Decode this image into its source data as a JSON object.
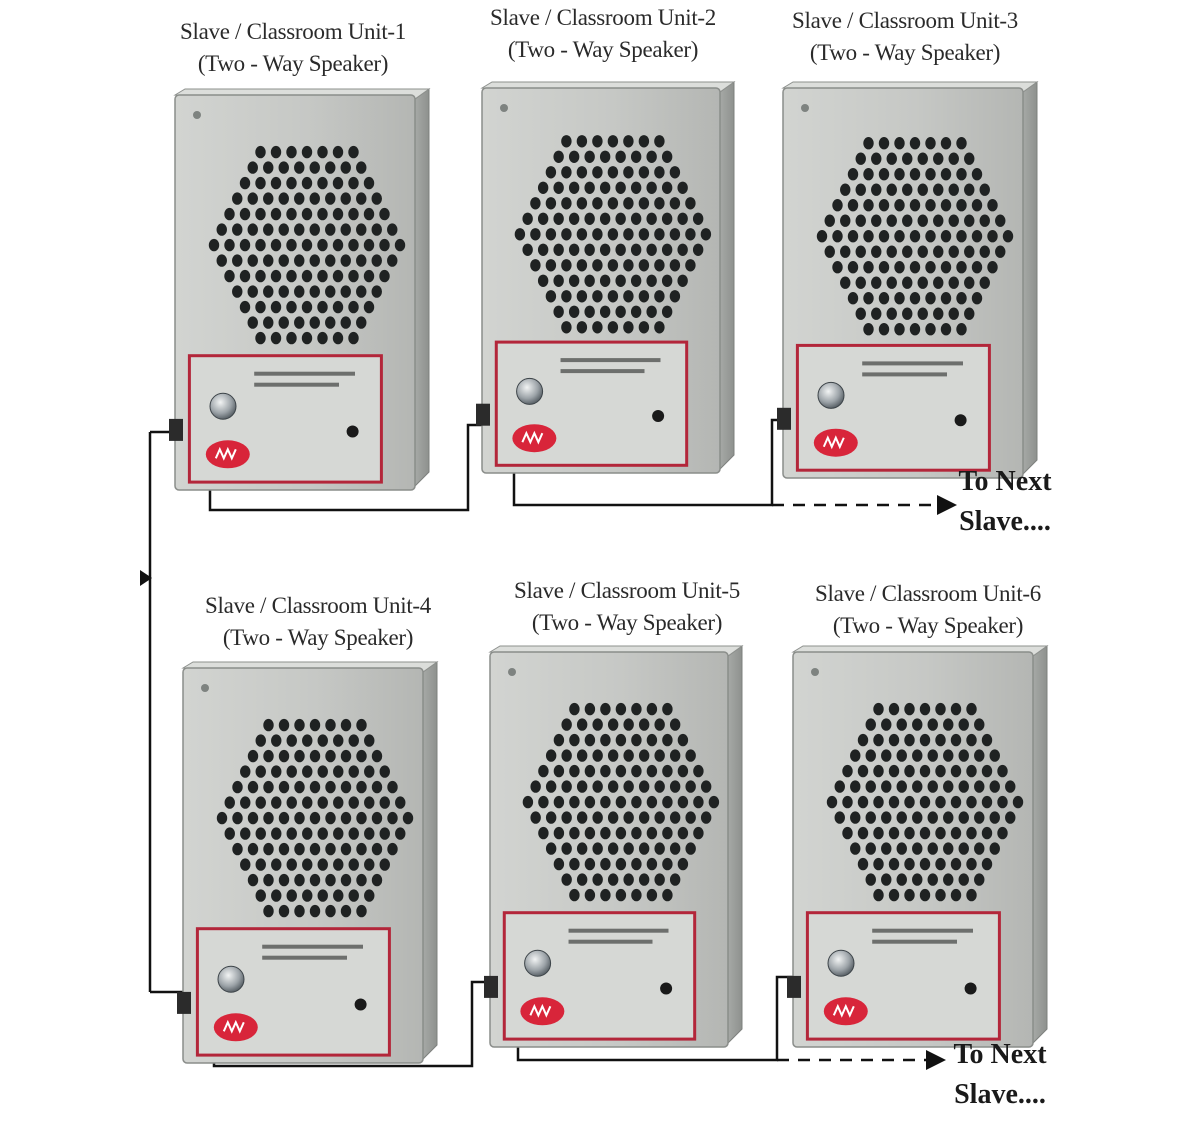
{
  "units": [
    {
      "line1": "Slave / Classroom Unit-1",
      "line2": "(Two - Way Speaker)"
    },
    {
      "line1": "Slave / Classroom Unit-2",
      "line2": "(Two - Way Speaker)"
    },
    {
      "line1": "Slave / Classroom Unit-3",
      "line2": "(Two - Way Speaker)"
    },
    {
      "line1": "Slave / Classroom Unit-4",
      "line2": "(Two - Way Speaker)"
    },
    {
      "line1": "Slave / Classroom Unit-5",
      "line2": "(Two - Way Speaker)"
    },
    {
      "line1": "Slave / Classroom Unit-6",
      "line2": "(Two - Way Speaker)"
    }
  ],
  "next_slave": [
    {
      "line1": "To Next",
      "line2": "Slave...."
    },
    {
      "line1": "To Next",
      "line2": "Slave...."
    }
  ],
  "colors": {
    "housing": "#c9cbc8",
    "housing_shade": "#9ea19e",
    "panel_border": "#b3263a",
    "logo": "#d8253a",
    "wire": "#111111"
  },
  "icons": {
    "speaker": "speaker-housing-icon",
    "knob": "volume-knob-icon",
    "logo": "brand-logo-icon",
    "arrow": "arrow-right-icon"
  }
}
